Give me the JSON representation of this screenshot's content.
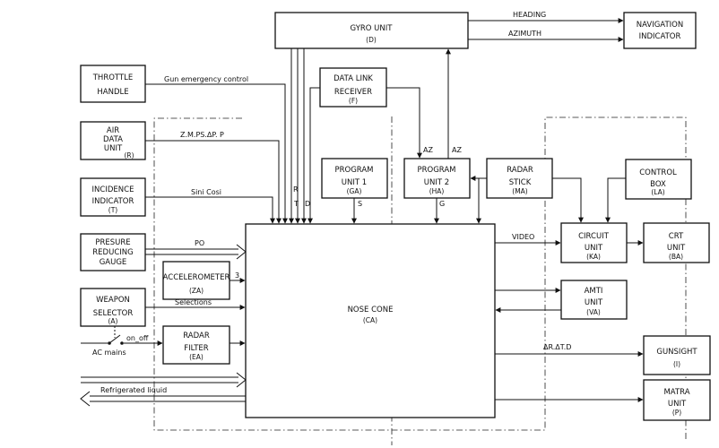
{
  "blocks": {
    "gyro": {
      "name": "GYRO UNIT",
      "code": "(D)"
    },
    "nav": {
      "line1": "NAVIGATION",
      "line2": "INDICATOR"
    },
    "throttle": {
      "line1": "THROTTLE",
      "line2": "HANDLE"
    },
    "datalink": {
      "line1": "DATA LINK",
      "line2": "RECEIVER",
      "code": "(F)"
    },
    "airdata": {
      "line1": "AIR",
      "line2": "DATA",
      "line3": "UNIT",
      "code": "(R)"
    },
    "prog1": {
      "line1": "PROGRAM",
      "line2": "UNIT 1",
      "code": "(GA)"
    },
    "prog2": {
      "line1": "PROGRAM",
      "line2": "UNIT 2",
      "code": "(HA)"
    },
    "radarstick": {
      "line1": "RADAR",
      "line2": "STICK",
      "code": "(MA)"
    },
    "control": {
      "line1": "CONTROL",
      "line2": "BOX",
      "code": "(LA)"
    },
    "incidence": {
      "line1": "INCIDENCE",
      "line2": "INDICATOR",
      "code": "(T)"
    },
    "pressure": {
      "line1": "PRESURE",
      "line2": "REDUCING",
      "line3": "GAUGE"
    },
    "accel": {
      "name": "ACCELEROMETER",
      "code": "(ZA)"
    },
    "nose": {
      "name": "NOSE CONE",
      "code": "(CA)"
    },
    "circuit": {
      "line1": "CIRCUIT",
      "line2": "UNIT",
      "code": "(KA)"
    },
    "crt": {
      "line1": "CRT",
      "line2": "UNIT",
      "code": "(BA)"
    },
    "weapon": {
      "line1": "WEAPON",
      "line2": "SELECTOR",
      "code": "(A)"
    },
    "amti": {
      "line1": "AMTI",
      "line2": "UNIT",
      "code": "(VA)"
    },
    "radarfilter": {
      "line1": "RADAR",
      "line2": "FILTER",
      "code": "(EA)"
    },
    "gunsight": {
      "name": "GUNSIGHT",
      "code": "(I)"
    },
    "matra": {
      "line1": "MATRA",
      "line2": "UNIT",
      "code": "(P)"
    }
  },
  "signals": {
    "heading": "HEADING",
    "azimuth": "AZIMUTH",
    "gun_emergency": "Gun emergency control",
    "air_params": "Z.M.PS.ΔP. P",
    "az1": "AZ",
    "az2": "AZ",
    "r": "R",
    "t": "T",
    "d": "D",
    "s": "S",
    "g": "G",
    "sini_cosi": "Sini Cosi",
    "po": "PO",
    "video": "VIDEO",
    "accel_3": "3",
    "selections": "Selections",
    "on_off": "on_off",
    "ac_mains": "AC mains",
    "range_rate": "ΔR.ΔT.D",
    "refrigerated": "Refrigerated liquid"
  }
}
